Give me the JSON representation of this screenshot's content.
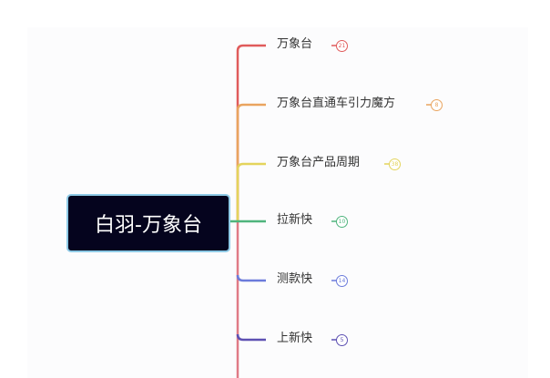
{
  "root": {
    "label": "白羽-万象台"
  },
  "branches": [
    {
      "label": "万象台",
      "count": "21",
      "color": "#e05b5b"
    },
    {
      "label": "万象台直通车引力魔方",
      "count": "8",
      "color": "#e9a45f"
    },
    {
      "label": "万象台产品周期",
      "count": "38",
      "color": "#e4d45c"
    },
    {
      "label": "拉新快",
      "count": "10",
      "color": "#4fb47d"
    },
    {
      "label": "测款快",
      "count": "14",
      "color": "#6b7bdb"
    },
    {
      "label": "上新快",
      "count": "5",
      "color": "#5d50b3"
    }
  ]
}
